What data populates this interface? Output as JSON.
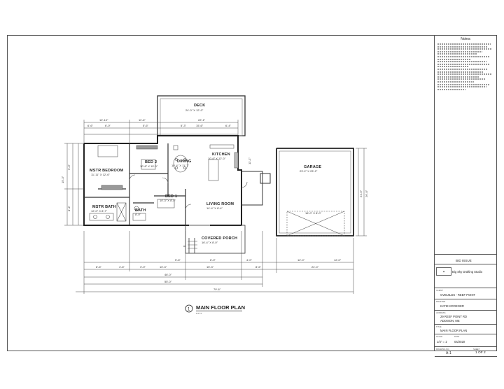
{
  "plan": {
    "title": "MAIN FLOOR PLAN",
    "title_number": "1",
    "scale": "1/4\"=1'",
    "rooms": {
      "deck": {
        "name": "DECK",
        "size": "24'-0\" X 12'-0\""
      },
      "mstr_bedroom": {
        "name": "MSTR BEDROOM",
        "size": "11'-11\" X 12'-6\""
      },
      "bed2": {
        "name": "BED 2",
        "size": "10'-8\" X 10'-0\""
      },
      "dining": {
        "name": "DINING",
        "size": "10'-4\" X 11'-7\""
      },
      "kitchen": {
        "name": "KITCHEN",
        "size": "10'-6\" X 12'-0\""
      },
      "garage": {
        "name": "GARAGE",
        "size": "23'-2\" X 23'-2\""
      },
      "mstr_bath": {
        "name": "MSTR BATH",
        "size": "12'-0\" X 8'-7\""
      },
      "bath": {
        "name": "BATH",
        "size": "8'-0\""
      },
      "bed1": {
        "name": "BED 1",
        "size": "10'-3\" X 8'-0\""
      },
      "living_room": {
        "name": "LIVING ROOM",
        "size": "14'-4\" X 8'-4\""
      },
      "covered_porch": {
        "name": "COVERED PORCH",
        "size": "16'-4\" X 8'-0\""
      },
      "garage_door": {
        "name": "16'-0\" X 8'-0\""
      }
    },
    "dims": {
      "top1": "12'-10\"",
      "top2": "11'-6\"",
      "top3": "22'-1\"",
      "t_a": "6'-6\"",
      "t_b": "6'-0\"",
      "t_c": "5'-6\"",
      "t_d": "5'-3\"",
      "t_e": "15'-6\"",
      "t_f": "6'-4\"",
      "left1": "15'-3\"",
      "left2": "9'-0\"",
      "left3": "8'-4\"",
      "right1": "11'-1\"",
      "gar_r1": "21'-6\"",
      "gar_r2": "26'-0\"",
      "b1": "8'-6\"",
      "b2": "4'-6\"",
      "b3": "3'-0\"",
      "b4": "10'-3\"",
      "b5": "5'-6\"",
      "b6": "6'-0\"",
      "b7": "15'-3\"",
      "b8": "4'-0\"",
      "b9": "8'-6\"",
      "b10": "12'-0\"",
      "b11": "12'-0\"",
      "b12": "24'-0\"",
      "tot1": "46'-0\"",
      "tot2": "55'-0\"",
      "tot3": "79'-6\""
    }
  },
  "titleblock": {
    "notes_heading": "Notes:",
    "issue_label": "BID ISSUE",
    "studio": "Big Sky Drafting Studio",
    "client_label": "CLIENT",
    "client": "GVBUILDS - REEF POINT",
    "drafter_label": "DRAFTER",
    "drafter": "KATIE KROEGER",
    "address_label": "ADDRESS",
    "address1": "29 REEF POINT RD",
    "address2": "ADDISON, ME",
    "title_label": "TITLE",
    "sheet_title": "MAIN FLOOR PLAN",
    "scale_label": "SCALE",
    "scale": "1/4\" = 1'",
    "date_label": "DATE",
    "date": "04/2020",
    "drawing_label": "DRAWING NO.",
    "drawing_no": "A-1",
    "sheet_label": "SHEET",
    "sheet_no": "1 OF 2"
  }
}
